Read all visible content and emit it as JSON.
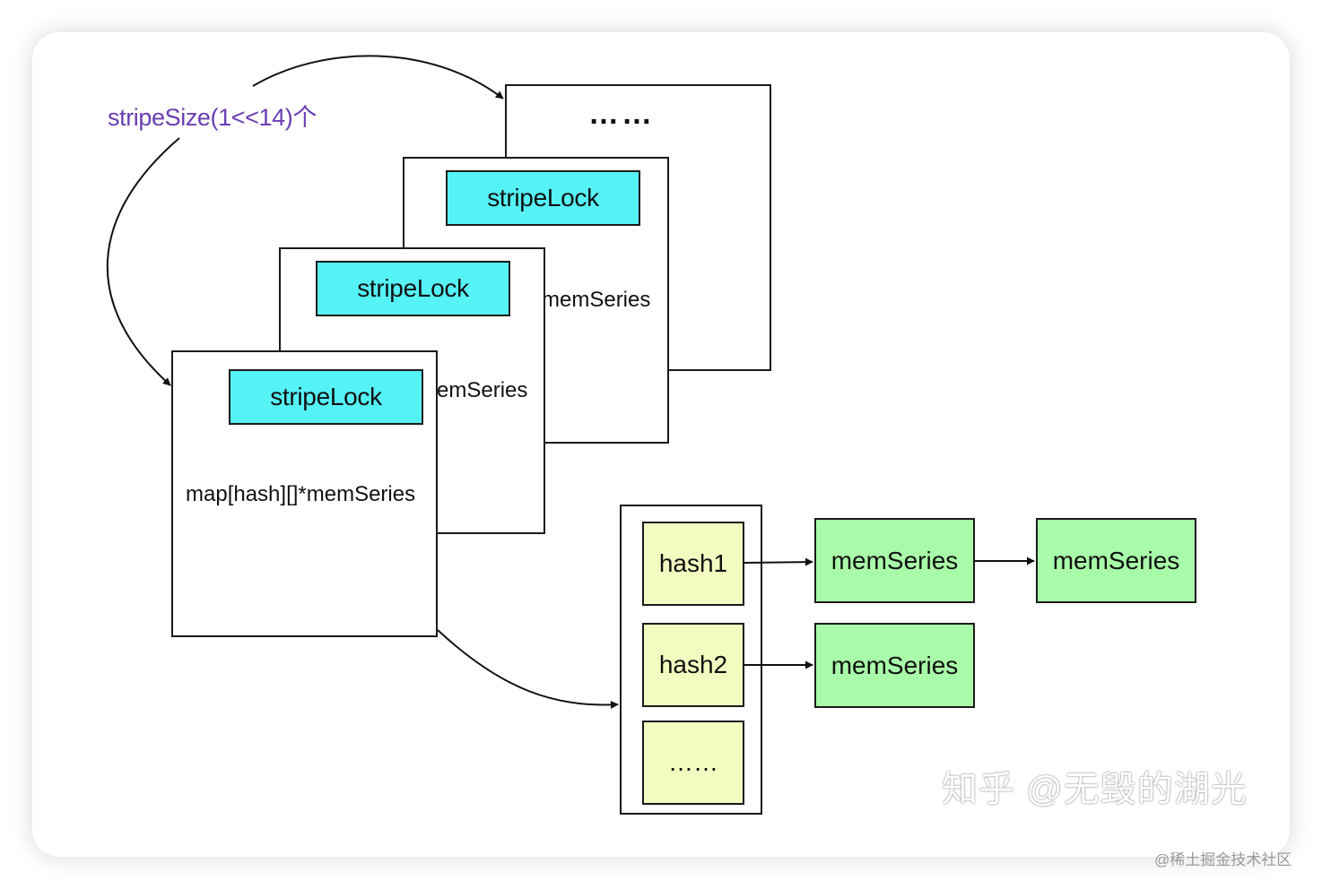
{
  "caption": "stripeSize(1<<14)个",
  "stripes": {
    "back_ellipsis": "……",
    "middle": {
      "lock": "stripeLock",
      "text": "memSeries"
    },
    "second": {
      "lock": "stripeLock",
      "text": "emSeries"
    },
    "front": {
      "lock": "stripeLock",
      "text": "map[hash][]*memSeries"
    }
  },
  "buckets": {
    "hash1": "hash1",
    "hash2": "hash2",
    "more": "……"
  },
  "series": {
    "hash1_a": "memSeries",
    "hash1_b": "memSeries",
    "hash2_a": "memSeries"
  },
  "watermark": "知乎 @无毁的湖光",
  "watermark_small": "@稀土掘金技术社区",
  "colors": {
    "lock": "#55f2f6",
    "hash": "#f3fcc0",
    "memseries": "#a8fba8",
    "caption": "#6a3eb2"
  }
}
